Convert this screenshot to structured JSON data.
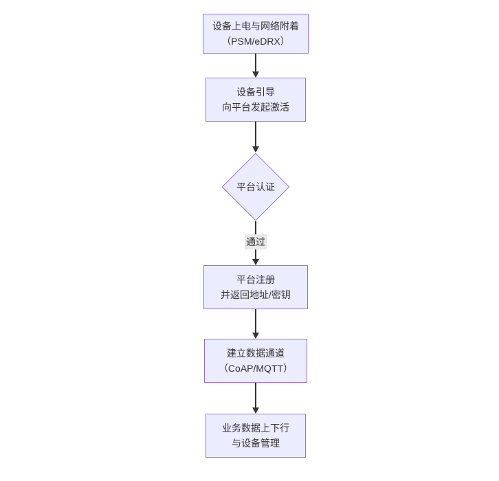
{
  "diagram": {
    "type": "flowchart",
    "direction": "top-down",
    "nodes": [
      {
        "id": "A",
        "shape": "rect",
        "line1": "设备上电与网络附着",
        "line2": "（PSM/eDRX）"
      },
      {
        "id": "B",
        "shape": "rect",
        "line1": "设备引导",
        "line2": "向平台发起激活"
      },
      {
        "id": "C",
        "shape": "diamond",
        "line1": "平台认证",
        "line2": ""
      },
      {
        "id": "D",
        "shape": "rect",
        "line1": "平台注册",
        "line2": "并返回地址/密钥"
      },
      {
        "id": "E",
        "shape": "rect",
        "line1": "建立数据通道",
        "line2": "（CoAP/MQTT）"
      },
      {
        "id": "F",
        "shape": "rect",
        "line1": "业务数据上下行",
        "line2": "与设备管理"
      }
    ],
    "edges": [
      {
        "from": "A",
        "to": "B",
        "label": ""
      },
      {
        "from": "B",
        "to": "C",
        "label": ""
      },
      {
        "from": "C",
        "to": "D",
        "label": "通过"
      },
      {
        "from": "D",
        "to": "E",
        "label": ""
      },
      {
        "from": "E",
        "to": "F",
        "label": ""
      }
    ],
    "colors": {
      "node_fill": "#ECECFF",
      "node_border": "#9370DB",
      "edge_line": "#333333",
      "edge_label_bg": "#e8e8e8",
      "text": "#333333",
      "background": "#ffffff"
    }
  }
}
